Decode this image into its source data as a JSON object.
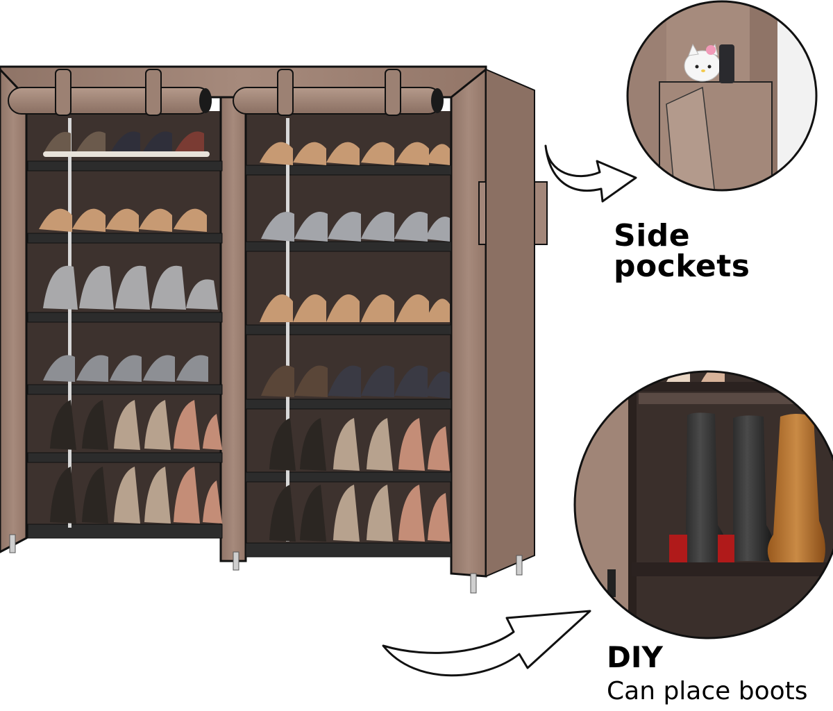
{
  "captions": {
    "side_pockets": "Side pockets",
    "diy_title": "DIY",
    "diy_subtitle": "Can place boots"
  },
  "colors": {
    "cover": "#a08577",
    "cover_dark": "#7d6357",
    "interior": "#3a2f2b",
    "shelf": "#2a2a2a",
    "outline": "#111111"
  },
  "icons": {
    "arrow_top": "curved-arrow-icon",
    "arrow_bottom": "curved-arrow-icon"
  }
}
